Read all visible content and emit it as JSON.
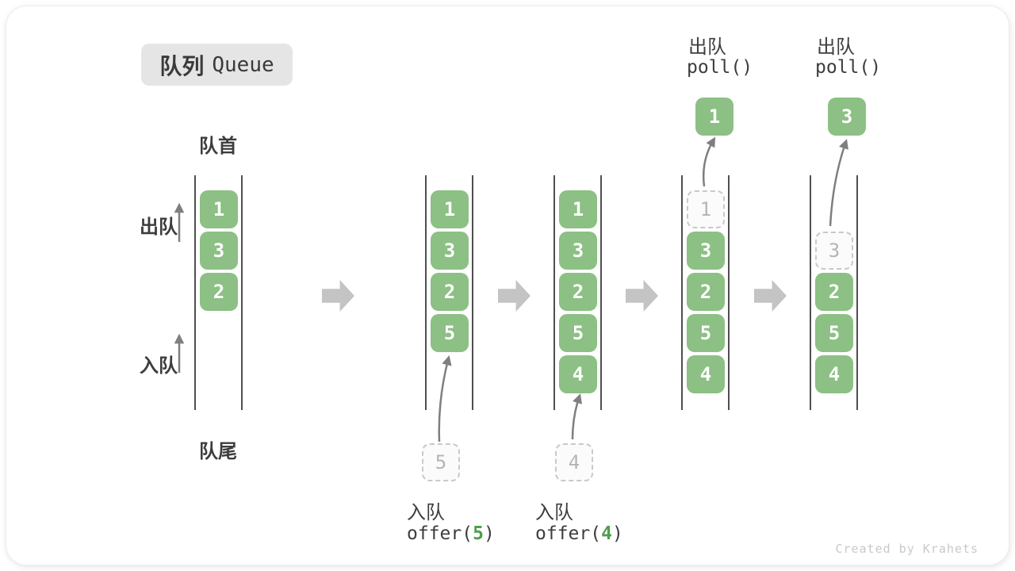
{
  "title": {
    "zh": "队列",
    "en": "Queue"
  },
  "labels": {
    "front": "队首",
    "rear": "队尾",
    "dequeue": "出队",
    "enqueue": "入队"
  },
  "colors": {
    "item_green": "#8cc084",
    "code_arg_green": "#4f9e4c",
    "text_dark": "#3d3d3d",
    "wall_line": "#4f4f4f",
    "thin_arrow": "#7f7f7f",
    "block_arrow": "#c4c4c4",
    "ghost_border": "#c9c9c9",
    "ghost_text": "#b5b5b5",
    "title_bg": "#e5e5e5",
    "watermark": "#c9c9c9"
  },
  "states": [
    {
      "boxes": [
        "1",
        "3",
        "2"
      ]
    },
    {
      "boxes": [
        "1",
        "3",
        "2",
        "5"
      ],
      "incoming": "5",
      "op": {
        "label": "入队",
        "fn": "offer(",
        "arg": "5",
        "close": ")"
      }
    },
    {
      "boxes": [
        "1",
        "3",
        "2",
        "5",
        "4"
      ],
      "incoming": "4",
      "op": {
        "label": "入队",
        "fn": "offer(",
        "arg": "4",
        "close": ")"
      }
    },
    {
      "ghost": "1",
      "boxes": [
        "3",
        "2",
        "5",
        "4"
      ],
      "out": "1",
      "op": {
        "label": "出队",
        "fn": "poll()"
      }
    },
    {
      "ghost": "3",
      "boxes": [
        "2",
        "5",
        "4"
      ],
      "out": "3",
      "op": {
        "label": "出队",
        "fn": "poll()"
      }
    }
  ],
  "watermark": "Created by Krahets"
}
